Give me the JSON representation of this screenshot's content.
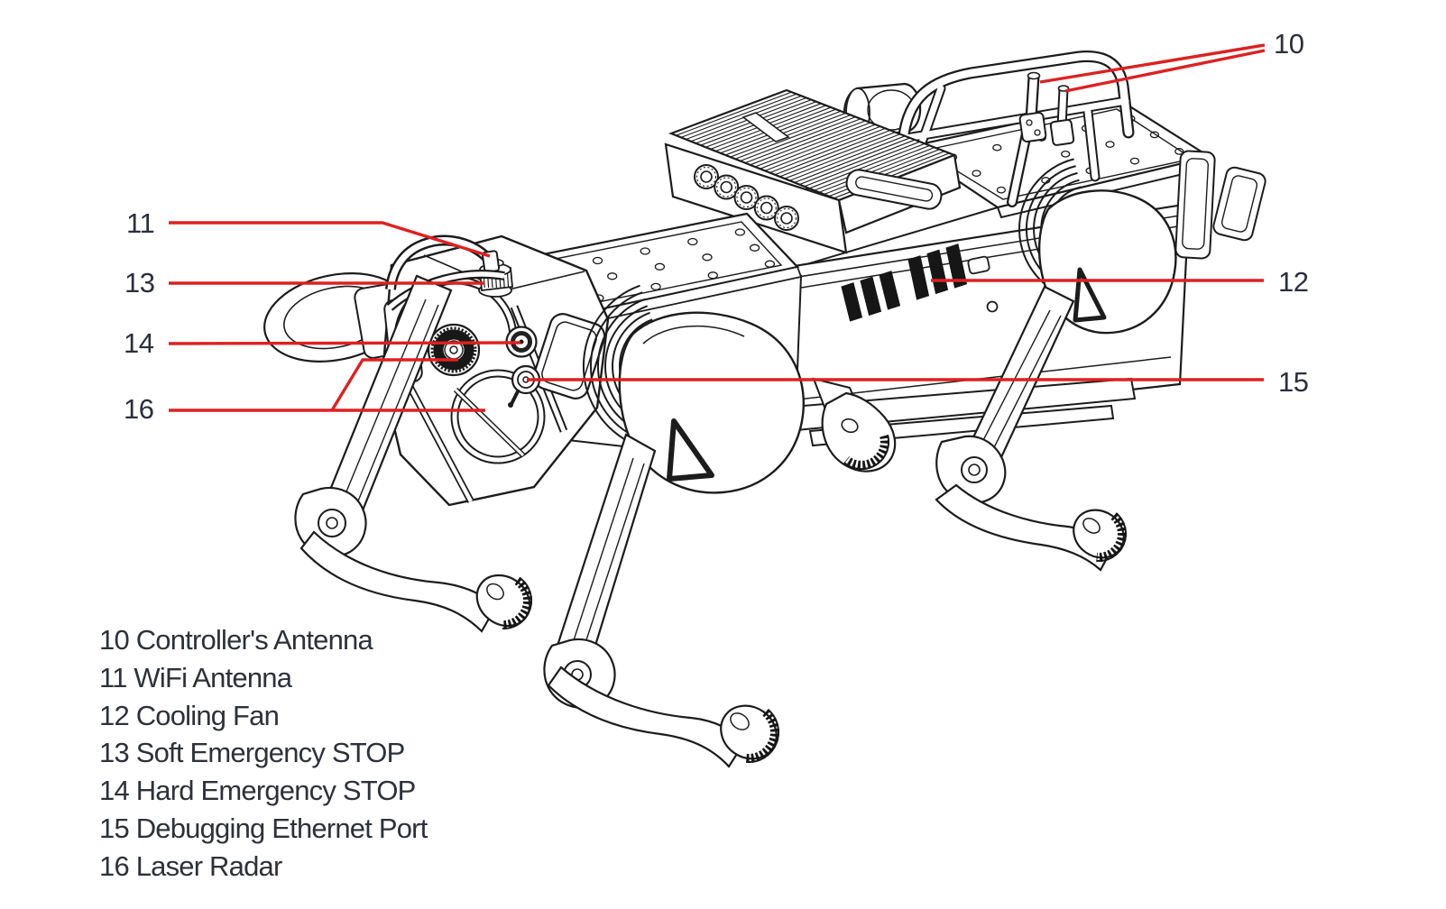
{
  "figure": {
    "title_implicit": "Quadruped robot rear-left view with numbered part callouts",
    "callout_labels": {
      "n10": "10",
      "n11": "11",
      "n12": "12",
      "n13": "13",
      "n14": "14",
      "n15": "15",
      "n16": "16"
    },
    "legend_items": [
      {
        "num": "10",
        "name": "Controller's Antenna",
        "text": "10 Controller's Antenna"
      },
      {
        "num": "11",
        "name": "WiFi Antenna",
        "text": "11 WiFi Antenna"
      },
      {
        "num": "12",
        "name": "Cooling Fan",
        "text": "12 Cooling Fan"
      },
      {
        "num": "13",
        "name": "Soft Emergency STOP",
        "text": "13 Soft Emergency STOP"
      },
      {
        "num": "14",
        "name": "Hard Emergency STOP",
        "text": "14 Hard Emergency STOP"
      },
      {
        "num": "15",
        "name": "Debugging Ethernet Port",
        "text": "15 Debugging Ethernet Port"
      },
      {
        "num": "16",
        "name": "Laser Radar",
        "text": "16 Laser Radar"
      }
    ],
    "colors": {
      "leader_red": "#df2020",
      "ink": "#1c1c1c",
      "label_text": "#2b2f3a"
    }
  }
}
